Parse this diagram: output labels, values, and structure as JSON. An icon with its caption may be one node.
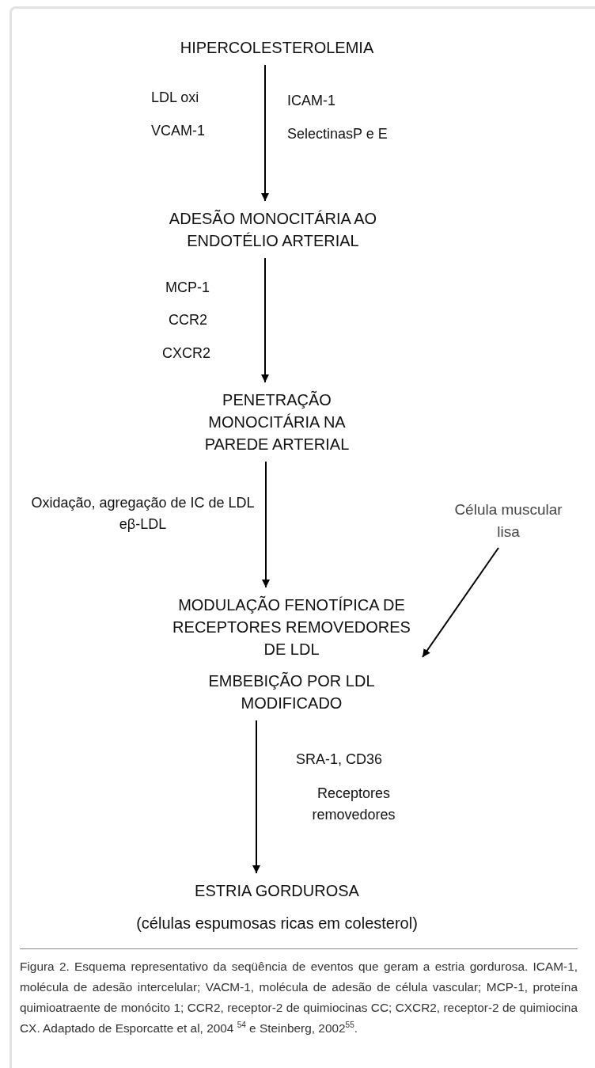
{
  "diagram": {
    "caption": "Figura 2. Esquema representativo da seqüência de eventos que geram a estria gordurosa. ICAM-1, molécula de adesão intercelular; VACM-1, molécula de adesão de célula vascular; MCP-1, proteína quimioatraente de monócito 1; CCR2, receptor-2 de quimiocinas CC; CXCR2, receptor-2 de quimiocina CX.  Adaptado de Esporcatte et al, 2004 $^{54}$ e Steinberg, 2002$^{55}$.",
    "nodes": [
      {
        "text": [
          "HIPERCOLESTEROLEMIA"
        ]
      },
      {
        "text": [
          "ADESÃO MONOCITÁRIA AO ENDOTÉLIO ARTERIAL"
        ]
      },
      {
        "text": [
          "PENETRAÇÃO MONOCITÁRIA NA PAREDE ARTERIAL"
        ]
      },
      {
        "text": [
          "MODULAÇÃO FENOTÍPICA DE RECEPTORES REMOVEDORES DE LDL",
          "EMBEBIÇÃO POR LDL MODIFICADO"
        ]
      },
      {
        "text": [
          "Célula muscular lisa"
        ]
      },
      {
        "text": [
          "ESTRIA GORDUROSA",
          "(células espumosas ricas em colesterol)"
        ]
      }
    ],
    "edges": [
      {
        "from": 0,
        "to": 1,
        "arrow": "to"
      },
      {
        "from": 1,
        "to": 2,
        "arrow": "to"
      },
      {
        "from": 2,
        "to": 3,
        "arrow": "to"
      },
      {
        "from": 4,
        "to": 3,
        "arrow": "to"
      },
      {
        "from": 3,
        "to": 5,
        "arrow": "to"
      }
    ],
    "labels": [
      "LDL  oxi",
      "ICAM-1",
      "VCAM-1",
      "SelectinasP e E",
      "MCP-1",
      "CCR2",
      "CXCR2",
      "Oxidação, agregação de IC de LDL eβ-LDL",
      "SRA-1, CD36",
      "Receptores removedores"
    ]
  }
}
